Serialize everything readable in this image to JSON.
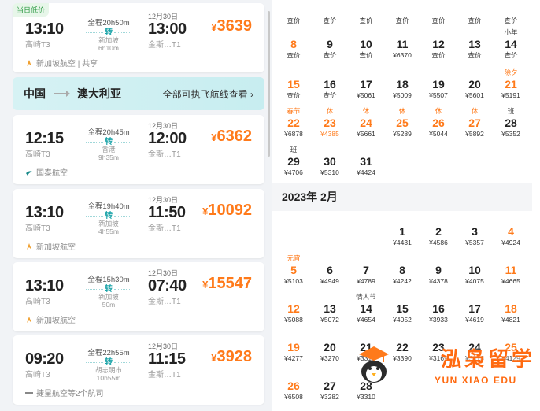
{
  "flights": [
    {
      "tag": "当日低价",
      "dep_time": "13:10",
      "dep_airport": "高崎T3",
      "duration": "全程20h50m",
      "transfer": "转",
      "via": "新加坡",
      "layover": "6h10m",
      "date": "12月30日",
      "arr_time": "13:00",
      "arr_airport": "金斯…T1",
      "price": "3639",
      "airline": "新加坡航空 | 共享",
      "airline_icon": "singapore-airlines-icon"
    },
    {
      "dep_time": "12:15",
      "dep_airport": "高崎T3",
      "duration": "全程20h45m",
      "transfer": "转",
      "via": "香港",
      "layover": "9h35m",
      "date": "12月30日",
      "arr_time": "12:00",
      "arr_airport": "金斯…T1",
      "price": "6362",
      "airline": "国泰航空",
      "airline_icon": "cathay-pacific-icon"
    },
    {
      "dep_time": "13:10",
      "dep_airport": "高崎T3",
      "duration": "全程19h40m",
      "transfer": "转",
      "via": "新加坡",
      "layover": "4h55m",
      "date": "12月30日",
      "arr_time": "11:50",
      "arr_airport": "金斯…T1",
      "price": "10092",
      "airline": "新加坡航空",
      "airline_icon": "singapore-airlines-icon"
    },
    {
      "dep_time": "13:10",
      "dep_airport": "高崎T3",
      "duration": "全程15h30m",
      "transfer": "转",
      "via": "新加坡",
      "layover": "50m",
      "date": "12月30日",
      "arr_time": "07:40",
      "arr_airport": "金斯…T1",
      "price": "15547",
      "airline": "新加坡航空",
      "airline_icon": "singapore-airlines-icon"
    },
    {
      "dep_time": "09:20",
      "dep_airport": "高崎T3",
      "duration": "全程22h55m",
      "transfer": "转",
      "via": "胡志明市",
      "layover": "10h55m",
      "date": "12月30日",
      "arr_time": "11:15",
      "arr_airport": "金斯…T1",
      "price": "3928",
      "airline": "捷星航空等2个航司",
      "airline_icon": "jetstar-icon"
    }
  ],
  "banner": {
    "from": "中国",
    "to": "澳大利亚",
    "link": "全部可执飞航线查看 ›"
  },
  "currency": "¥",
  "jan_partial_row": [
    {
      "day": "",
      "price": "查价"
    },
    {
      "day": "",
      "price": "查价"
    },
    {
      "day": "",
      "price": "查价"
    },
    {
      "day": "",
      "price": "查价"
    },
    {
      "day": "",
      "price": "查价"
    },
    {
      "day": "",
      "price": "查价"
    },
    {
      "day": "",
      "price": "查价"
    }
  ],
  "jan_rows": [
    [
      {
        "day": "8",
        "price": "查价",
        "orange": true
      },
      {
        "day": "9",
        "price": "查价"
      },
      {
        "day": "10",
        "price": "查价"
      },
      {
        "day": "11",
        "price": "¥6370"
      },
      {
        "day": "12",
        "price": "查价"
      },
      {
        "day": "13",
        "price": "查价"
      },
      {
        "day": "14",
        "price": "查价",
        "top": "小年",
        "top_gray": true
      }
    ],
    [
      {
        "day": "15",
        "price": "查价",
        "orange": true
      },
      {
        "day": "16",
        "price": "查价"
      },
      {
        "day": "17",
        "price": "¥5061"
      },
      {
        "day": "18",
        "price": "¥5009"
      },
      {
        "day": "19",
        "price": "¥5507"
      },
      {
        "day": "20",
        "price": "¥5601"
      },
      {
        "day": "21",
        "price": "¥5191",
        "top": "除夕",
        "orange": true
      }
    ],
    [
      {
        "day": "22",
        "price": "¥6878",
        "top": "春节",
        "orange": true
      },
      {
        "day": "23",
        "price": "¥4385",
        "top": "休",
        "orange": true,
        "price_orange": true
      },
      {
        "day": "24",
        "price": "¥5661",
        "top": "休",
        "orange": true
      },
      {
        "day": "25",
        "price": "¥5289",
        "top": "休",
        "orange": true
      },
      {
        "day": "26",
        "price": "¥5044",
        "top": "休",
        "orange": true
      },
      {
        "day": "27",
        "price": "¥5892",
        "top": "休",
        "orange": true
      },
      {
        "day": "28",
        "price": "¥5352",
        "top": "班",
        "top_gray": true
      }
    ],
    [
      {
        "day": "29",
        "price": "¥4706",
        "top": "班",
        "top_gray": true
      },
      {
        "day": "30",
        "price": "¥5310"
      },
      {
        "day": "31",
        "price": "¥4424"
      }
    ]
  ],
  "feb_title": "2023年 2月",
  "feb_rows": [
    [
      {
        "col": 3,
        "day": "1",
        "price": "¥4431"
      },
      {
        "col": 4,
        "day": "2",
        "price": "¥4586"
      },
      {
        "col": 5,
        "day": "3",
        "price": "¥5357"
      },
      {
        "col": 6,
        "day": "4",
        "price": "¥4924",
        "orange": true
      }
    ],
    [
      {
        "day": "5",
        "price": "¥5103",
        "top": "元宵",
        "orange": true
      },
      {
        "day": "6",
        "price": "¥4949"
      },
      {
        "day": "7",
        "price": "¥4789"
      },
      {
        "day": "8",
        "price": "¥4242"
      },
      {
        "day": "9",
        "price": "¥4378"
      },
      {
        "day": "10",
        "price": "¥4075"
      },
      {
        "day": "11",
        "price": "¥4665",
        "orange": true
      }
    ],
    [
      {
        "day": "12",
        "price": "¥5088",
        "orange": true
      },
      {
        "day": "13",
        "price": "¥5072"
      },
      {
        "day": "14",
        "price": "¥4654",
        "top": "情人节",
        "top_gray": true
      },
      {
        "day": "15",
        "price": "¥4052"
      },
      {
        "day": "16",
        "price": "¥3933"
      },
      {
        "day": "17",
        "price": "¥4619"
      },
      {
        "day": "18",
        "price": "¥4821",
        "orange": true
      }
    ],
    [
      {
        "day": "19",
        "price": "¥4277",
        "orange": true
      },
      {
        "day": "20",
        "price": "¥3270"
      },
      {
        "day": "21",
        "price": "¥3318"
      },
      {
        "day": "22",
        "price": "¥3390"
      },
      {
        "day": "23",
        "price": "¥3169"
      },
      {
        "day": "24",
        "price": "¥3378"
      },
      {
        "day": "25",
        "price": "¥4129",
        "orange": true
      }
    ],
    [
      {
        "day": "26",
        "price": "¥6508",
        "orange": true
      },
      {
        "day": "27",
        "price": "¥3282"
      },
      {
        "day": "28",
        "price": "¥3310"
      }
    ]
  ],
  "watermark": {
    "cn": "泓枭留学",
    "en": "YUN XIAO EDU"
  },
  "colors": {
    "accent": "#ff7a1a",
    "teal": "#1aa3a8",
    "tag_green": "#2d9a44"
  }
}
